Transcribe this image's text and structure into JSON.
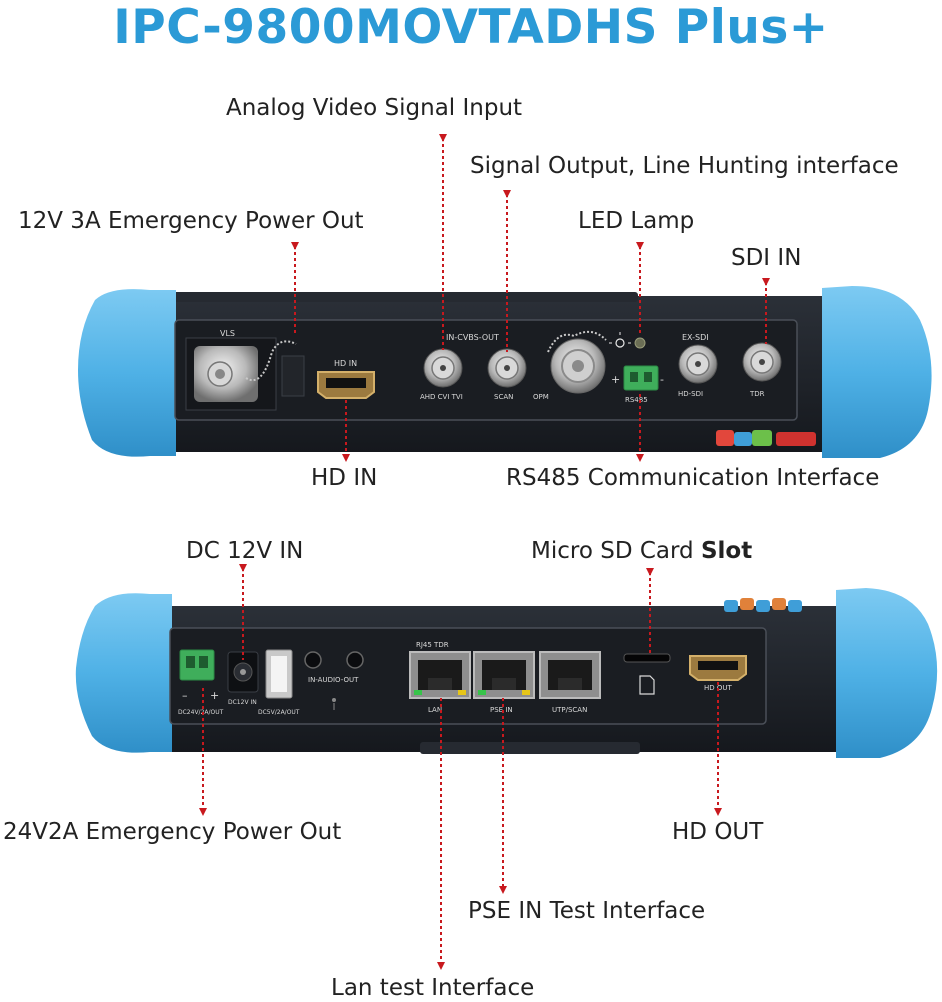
{
  "title": "IPC-9800MOVTADHS Plus+",
  "colors": {
    "title": "#2b9ad6",
    "bumper": "#5bb8ea",
    "panel": "#1f232a",
    "arrow": "#c8191e",
    "label": "#222222"
  },
  "top_labels": {
    "analog_video": "Analog Video Signal Input",
    "signal_output": "Signal Output, Line Hunting interface",
    "emergency_12v": "12V 3A Emergency Power Out",
    "led_lamp": "LED Lamp",
    "sdi_in": "SDI IN",
    "hd_in": "HD IN",
    "rs485": "RS485 Communication Interface"
  },
  "bottom_labels": {
    "dc12v": "DC 12V IN",
    "microsd_prefix": "Micro SD Card ",
    "microsd_bold": "Slot",
    "emergency_24v": "24V2A Emergency Power Out",
    "hd_out": "HD OUT",
    "pse_in": "PSE IN Test Interface",
    "lan_test": "Lan test Interface"
  },
  "top_panel_text": {
    "vls": "VLS",
    "hd_in": "HD IN",
    "in_cvbs_out": "IN-CVBS-OUT",
    "ahd_cvi_tvi": "AHD CVI TVI",
    "scan": "SCAN",
    "opm": "OPM",
    "ex_sdi": "EX-SDI",
    "hd_sdi": "HD-SDI",
    "rs485": "RS485",
    "tdr": "TDR",
    "plus": "+",
    "minus": "-"
  },
  "bottom_panel_text": {
    "rj45_tdr": "RJ45 TDR",
    "lan": "LAN",
    "pse_in": "PSE IN",
    "utp_scan": "UTP/SCAN",
    "hd_out": "HD OUT",
    "dc12v_in": "DC12V IN",
    "dc5v": "DC5V/2A/OUT",
    "dc24v": "DC24V/2A/OUT",
    "audio": "IN-AUDIO-OUT",
    "minus": "–",
    "plus": "+"
  }
}
